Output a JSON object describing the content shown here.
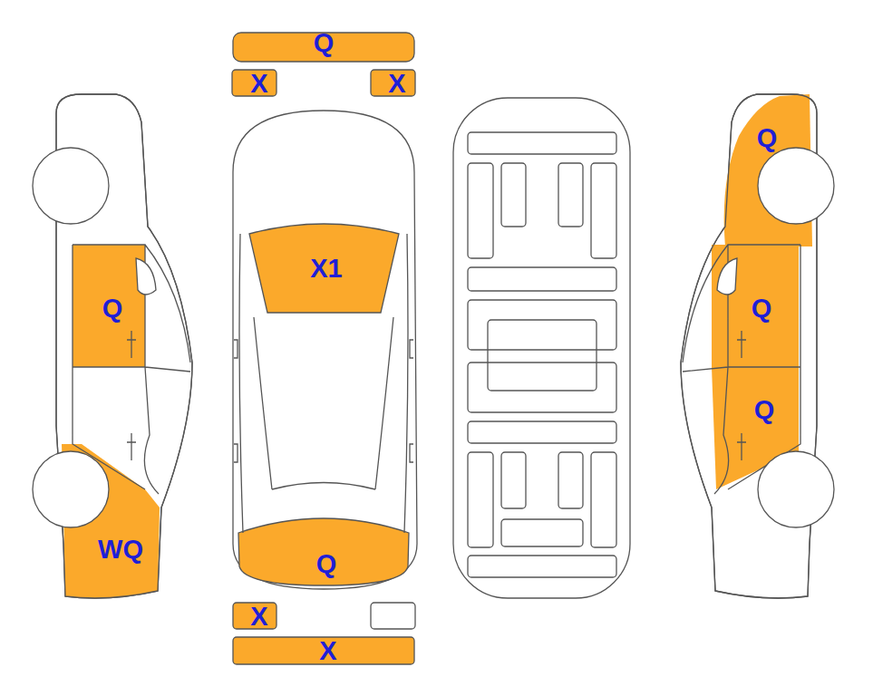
{
  "diagram": {
    "labels": [
      "Q",
      "X",
      "X",
      "Q",
      "X1",
      "Q",
      "Q",
      "Q",
      "WQ",
      "Q",
      "X",
      "X"
    ]
  }
}
